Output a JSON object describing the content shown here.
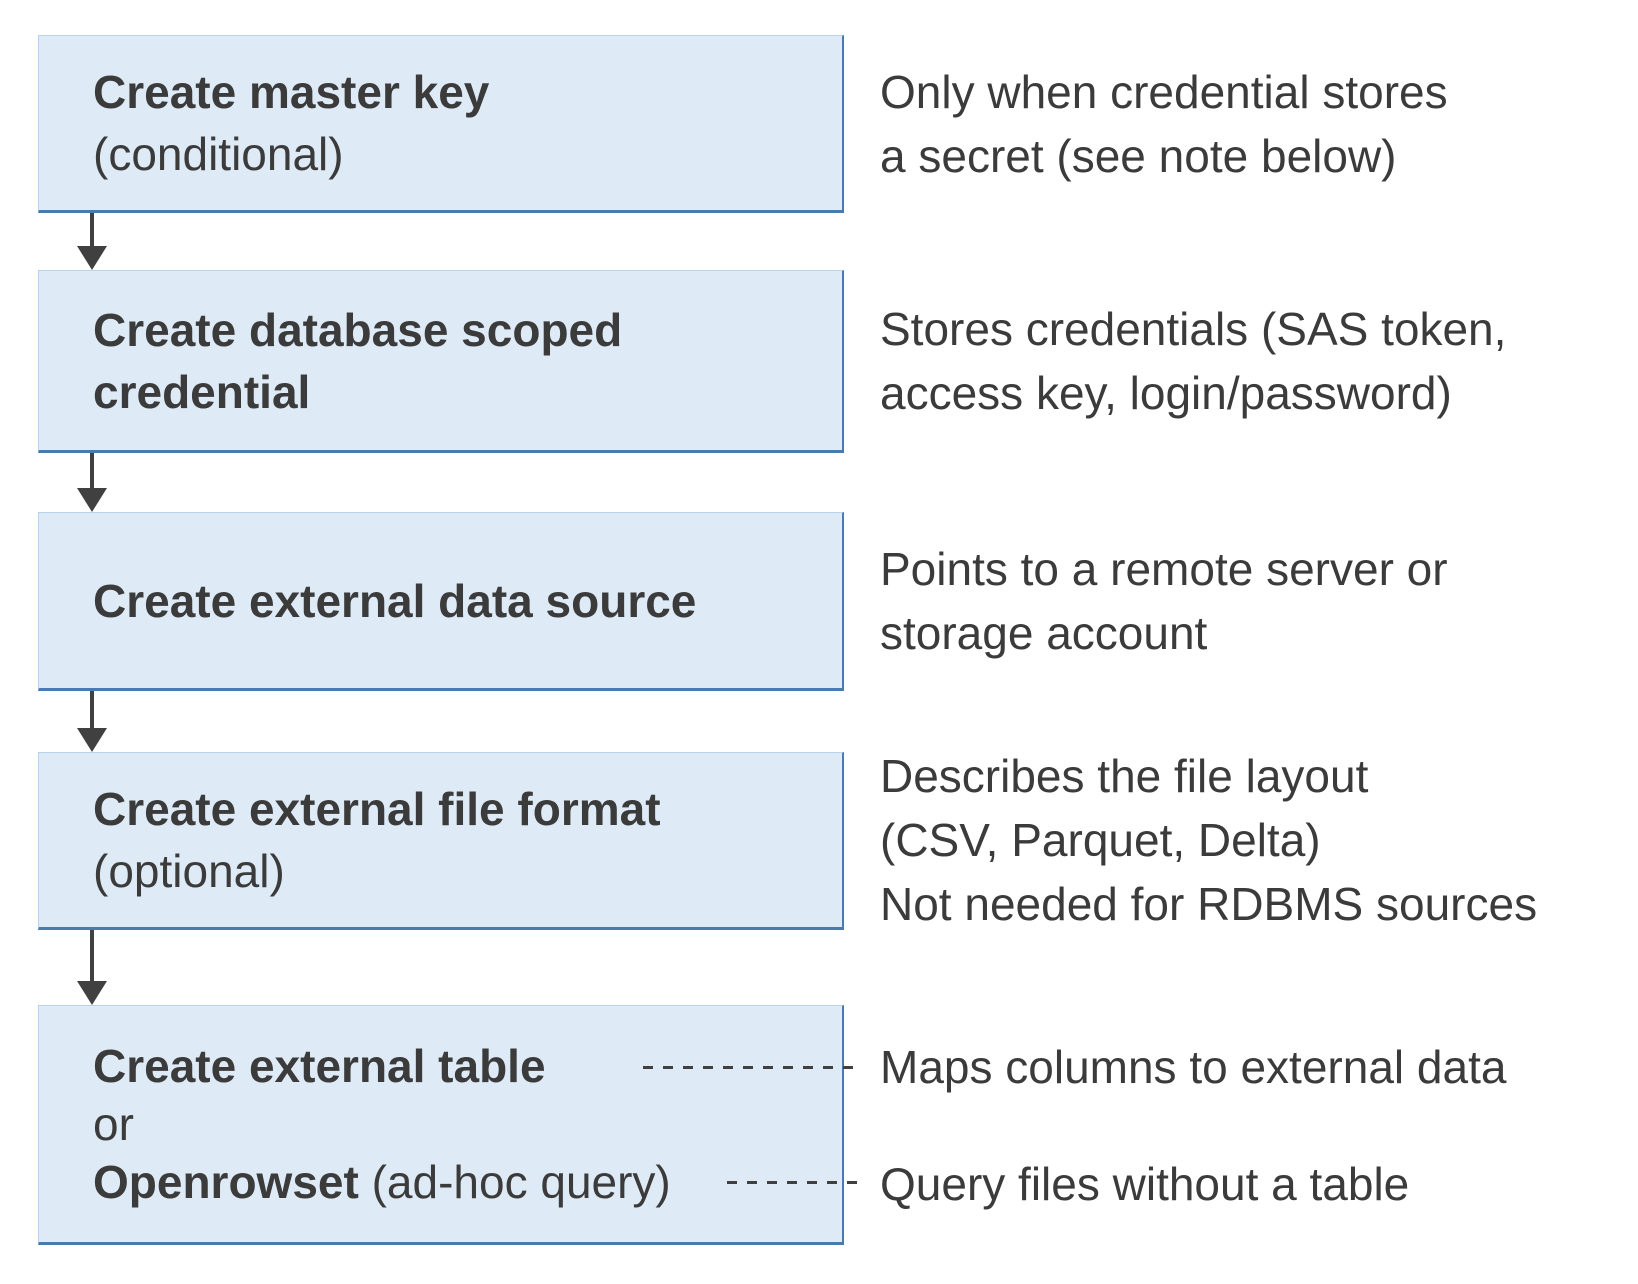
{
  "colors": {
    "box-fill": "#deebf7",
    "box-border": "#4a7bae",
    "box-edge": "#bad3ec",
    "arrow": "#404040",
    "text": "#3b3b3b"
  },
  "diagram_type": "flowchart",
  "boxes": {
    "box1": {
      "title": "Create master key",
      "note": "(conditional)"
    },
    "box2": {
      "title": "Create database scoped\ncredential"
    },
    "box3": {
      "title": "Create external data source"
    },
    "box4": {
      "title": "Create external file format",
      "note": "(optional)"
    },
    "box5": {
      "line1": "Create external table",
      "line2": "or",
      "line3_bold": "Openrowset",
      "line3_rest": " (ad-hoc query)"
    }
  },
  "descriptions": {
    "d1": "Only when credential stores\na secret (see note below)",
    "d2": "Stores credentials (SAS token,\naccess key, login/password)",
    "d3": "Points to a remote server or\nstorage account",
    "d4": "Describes the file layout\n(CSV, Parquet, Delta)\nNot needed for RDBMS sources",
    "d5a": "Maps columns to external data",
    "d5b": "Query files without a table"
  }
}
